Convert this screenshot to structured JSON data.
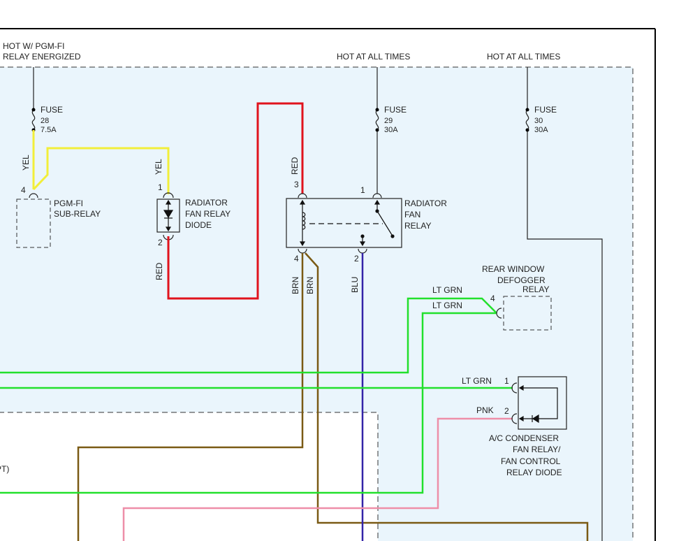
{
  "colors": {
    "yellow": "#f2ee3a",
    "red": "#e0131d",
    "brown": "#7a5a14",
    "blue": "#3323a8",
    "green": "#22e02c",
    "pink": "#ee8ea8",
    "panel_fill": "#eaf5fc",
    "black": "#000000"
  },
  "sources": {
    "left_line1": "HOT W/ PGM-FI",
    "left_line2": "RELAY ENERGIZED",
    "center": "HOT AT ALL TIMES",
    "right": "HOT AT ALL TIMES"
  },
  "fuses": [
    {
      "word": "FUSE",
      "number": "28",
      "rating": "7.5A"
    },
    {
      "word": "FUSE",
      "number": "29",
      "rating": "30A"
    },
    {
      "word": "FUSE",
      "number": "30",
      "rating": "30A"
    }
  ],
  "wire_labels": {
    "yel_left": "YEL",
    "yel_diode": "YEL",
    "red_diode_bottom": "RED",
    "red_relay_top": "RED",
    "brn_1": "BRN",
    "brn_2": "BRN",
    "blu": "BLU",
    "lt_grn_1": "LT GRN",
    "lt_grn_2": "LT GRN",
    "lt_grn_3": "LT GRN",
    "pnk": "PNK"
  },
  "pins": {
    "subrelay_4": "4",
    "diode_1": "1",
    "diode_2": "2",
    "relay_3": "3",
    "relay_1": "1",
    "relay_4": "4",
    "relay_2": "2",
    "defogger_4": "4",
    "ac_1": "1",
    "ac_2": "2"
  },
  "components": {
    "pgmfi_subrelay": [
      "PGM-FI",
      "SUB-RELAY"
    ],
    "diode": [
      "RADIATOR",
      "FAN RELAY",
      "DIODE"
    ],
    "fan_relay": [
      "RADIATOR",
      "FAN",
      "RELAY"
    ],
    "defogger": [
      "REAR WINDOW",
      "DEFOGGER",
      "RELAY"
    ],
    "ac": [
      "A/C CONDENSER",
      "FAN RELAY/",
      "FAN CONTROL",
      "RELAY DIODE"
    ],
    "partial_label": "PT)"
  }
}
